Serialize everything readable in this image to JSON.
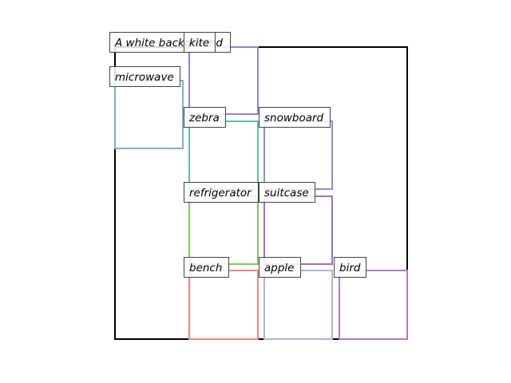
{
  "image_caption": "A white background",
  "colors": {
    "outer_frame": "#000000",
    "kite": "#9b7fd4",
    "microwave": "#7fb0cc",
    "zebra": "#62bfa0",
    "snowboard": "#8c8ce0",
    "refrigerator": "#7ccc5c",
    "suitcase": "#a46cc8",
    "bench": "#f4857a",
    "apple": "#a8b8d8",
    "bird": "#b07cc4"
  },
  "boxes": [
    {
      "label": "kite"
    },
    {
      "label": "microwave"
    },
    {
      "label": "zebra"
    },
    {
      "label": "snowboard"
    },
    {
      "label": "refrigerator"
    },
    {
      "label": "suitcase"
    },
    {
      "label": "bench"
    },
    {
      "label": "apple"
    },
    {
      "label": "bird"
    }
  ]
}
